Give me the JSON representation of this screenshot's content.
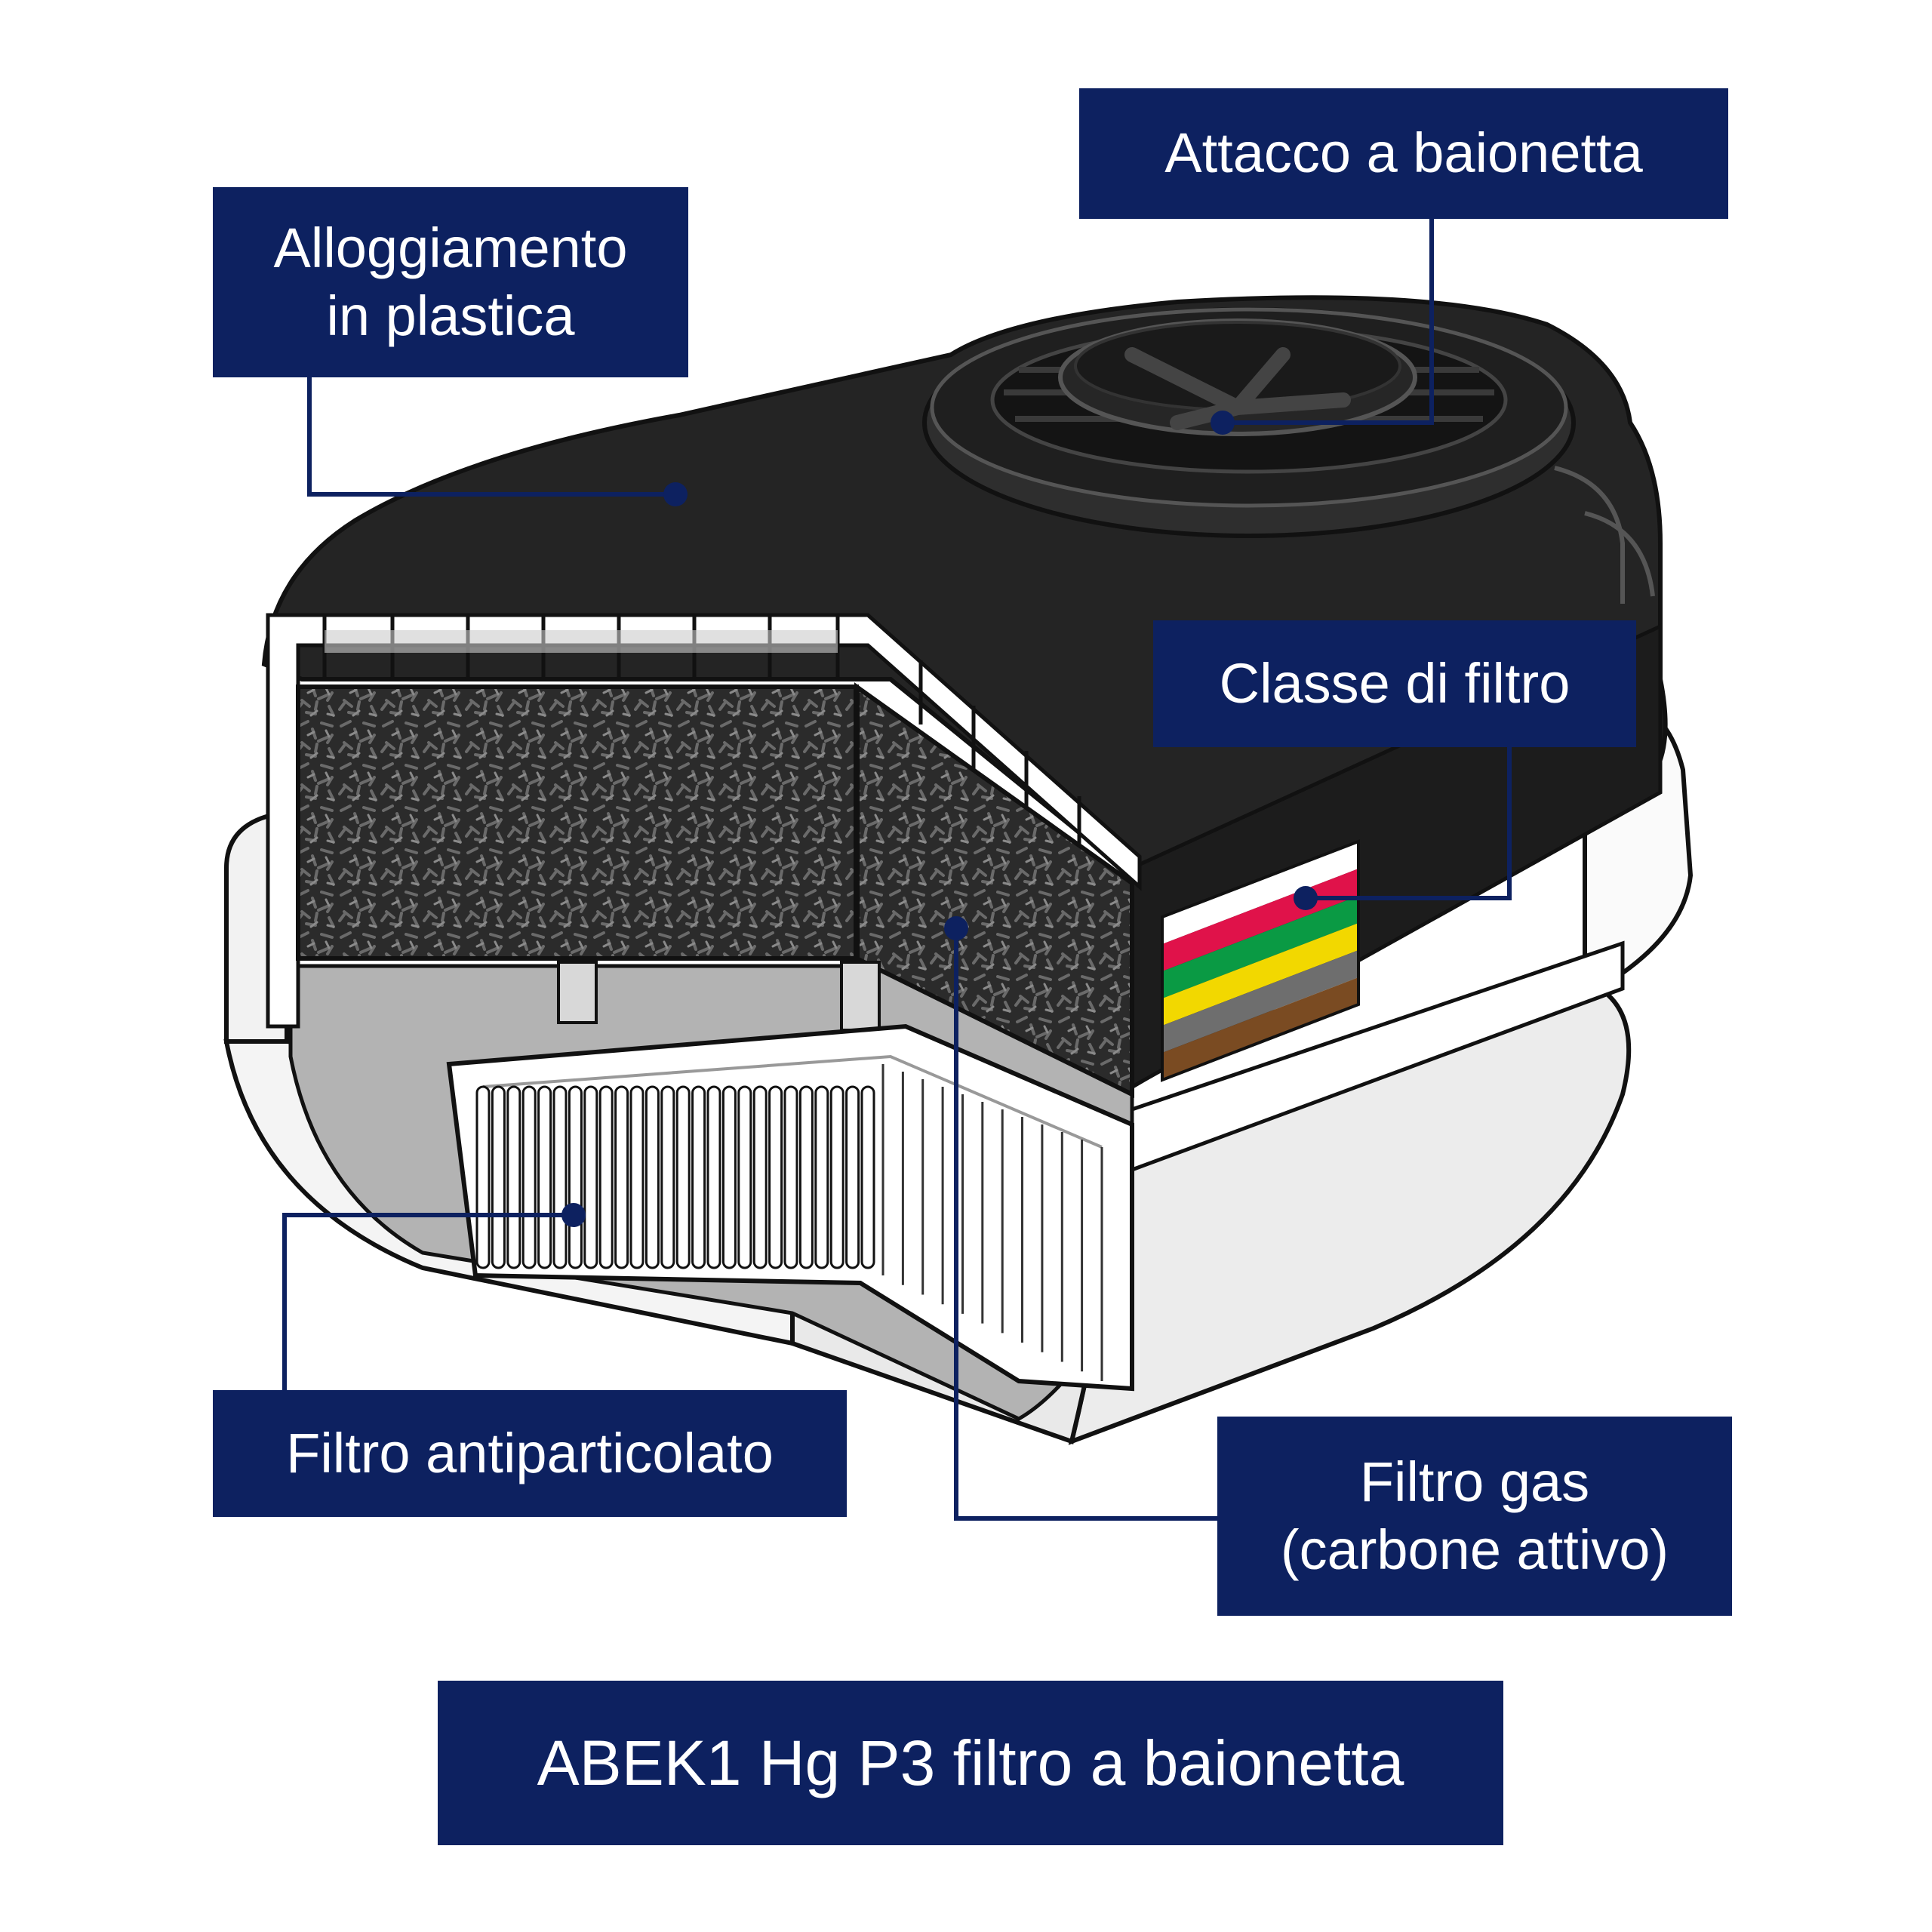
{
  "colors": {
    "navy": "#0d2160",
    "housing_dark": "#242424",
    "housing_mid": "#2f2f2f",
    "shell_white": "#fafafa",
    "carbon": "#2b2b2b",
    "cavity_grey": "#b3b3b3",
    "outline": "#111111"
  },
  "class_stripes": [
    {
      "name": "white",
      "color": "#ffffff"
    },
    {
      "name": "red",
      "color": "#e0124a"
    },
    {
      "name": "green",
      "color": "#0a9a44"
    },
    {
      "name": "yellow",
      "color": "#f2d800"
    },
    {
      "name": "grey",
      "color": "#6e6e6e"
    },
    {
      "name": "brown",
      "color": "#7a4b22"
    }
  ],
  "labels": {
    "bayonet": {
      "text": "Attacco a baionetta"
    },
    "housing": {
      "line1": "Alloggiamento",
      "line2": "in plastica"
    },
    "filter_class": {
      "text": "Classe di filtro"
    },
    "particulate": {
      "text": "Filtro antiparticolato"
    },
    "gas": {
      "line1": "Filtro gas",
      "line2": "(carbone attivo)"
    }
  },
  "title": "ABEK1 Hg P3 filtro a baionetta"
}
